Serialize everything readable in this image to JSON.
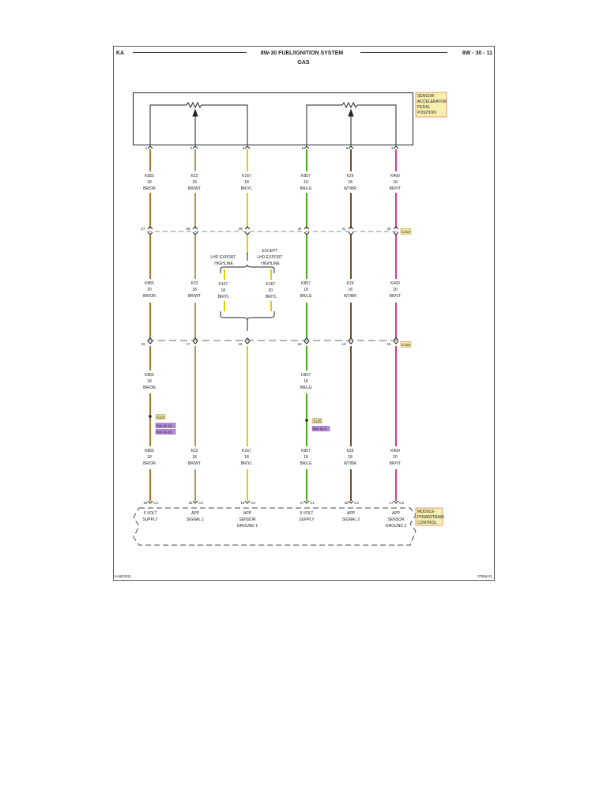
{
  "header": {
    "left": "KA",
    "title": "8W-30 FUEL/IGNITION SYSTEM",
    "subtitle": "GAS",
    "page": "8W - 30 - 11"
  },
  "footer": {
    "left": "KA8E3011",
    "right": "07BW-31"
  },
  "sensor": {
    "label_lines": [
      "SENSOR-",
      "ACCELERATOR",
      "PEDAL",
      "POSITION"
    ]
  },
  "module": {
    "label_lines": [
      "MODULE-",
      "POWERTRAIN",
      "CONTROL"
    ]
  },
  "connectors": {
    "c1": "C212",
    "c2": "C126",
    "s1": "S115",
    "s2": "S125"
  },
  "refs": {
    "s1a": "8W-15-16",
    "s1b": "8W-30-16",
    "s2a": "8W-70-4"
  },
  "branch": {
    "lhd": [
      "LHD EXPORT",
      "HIGHLINE"
    ],
    "except": [
      "EXCEPT",
      "LHD EXPORT",
      "HIGHLINE"
    ]
  },
  "colors": {
    "br_or": "#b87820",
    "br_wt": "#b49860",
    "br_yl": "#dcd000",
    "br_lg": "#4aa81c",
    "wt_br": "#6a4e2e",
    "br_vt": "#d83a8e",
    "tag_box": "#f3e6a0",
    "sensor_box": "#f6f0b0",
    "ref_box": "#b98be0"
  },
  "wires": [
    {
      "pin": "1",
      "pin1": "27",
      "pin2": "33",
      "pcm_pin": "29",
      "pcm_conn": "C3",
      "a": [
        "K855",
        "18",
        "BR/OR"
      ],
      "b": [
        "K855",
        "20",
        "BR/OR"
      ],
      "c": [
        "K855",
        "18",
        "BR/OR"
      ],
      "d": [
        "K855",
        "18",
        "BR/OR"
      ],
      "func": [
        "5 VOLT",
        "SUPPLY"
      ]
    },
    {
      "pin": "2",
      "pin1": "38",
      "pin2": "17",
      "pcm_pin": "25",
      "pcm_conn": "C3",
      "a": [
        "K23",
        "18",
        "BR/WT"
      ],
      "b": [
        "K23",
        "18",
        "BR/WT"
      ],
      "d": [
        "K23",
        "18",
        "BR/WT"
      ],
      "func": [
        "APP",
        "SIGNAL 1"
      ]
    },
    {
      "pin": "3",
      "pin1": "39",
      "pin2": "18",
      "pcm_pin": "16",
      "pcm_conn": "C3",
      "a": [
        "K167",
        "18",
        "BR/YL"
      ],
      "d": [
        "K167",
        "18",
        "BR/YL"
      ],
      "func": [
        "APP",
        "SENSOR",
        "GROUND 1"
      ]
    },
    {
      "pin": "6",
      "pin1": "42",
      "pin2": "34",
      "pcm_pin": "27",
      "pcm_conn": "C1",
      "a": [
        "K857",
        "18",
        "BR/LG"
      ],
      "b": [
        "K857",
        "18",
        "BR/LG"
      ],
      "c": [
        "K857",
        "18",
        "BR/LG"
      ],
      "d": [
        "K857",
        "18",
        "BR/LG"
      ],
      "func": [
        "5 VOLT",
        "SUPPLY"
      ]
    },
    {
      "pin": "5",
      "pin1": "41",
      "pin2": "15",
      "pcm_pin": "39",
      "pcm_conn": "C3",
      "a": [
        "K29",
        "18",
        "WT/BR"
      ],
      "b": [
        "K29",
        "18",
        "WT/BR"
      ],
      "d": [
        "K29",
        "18",
        "WT/BR"
      ],
      "func": [
        "APP",
        "SIGNAL 2"
      ]
    },
    {
      "pin": "4",
      "pin1": "40",
      "pin2": "16",
      "pcm_pin": "17",
      "pcm_conn": "C3",
      "a": [
        "K400",
        "18",
        "BR/VT"
      ],
      "b": [
        "K400",
        "20",
        "BR/VT"
      ],
      "d": [
        "K400",
        "20",
        "BR/VT"
      ],
      "func": [
        "APP",
        "SENSOR",
        "GROUND 2"
      ]
    }
  ],
  "k167_branches": [
    {
      "code": [
        "K167",
        "18",
        "BR/YL"
      ]
    },
    {
      "code": [
        "K167",
        "20",
        "BR/YL"
      ]
    }
  ]
}
